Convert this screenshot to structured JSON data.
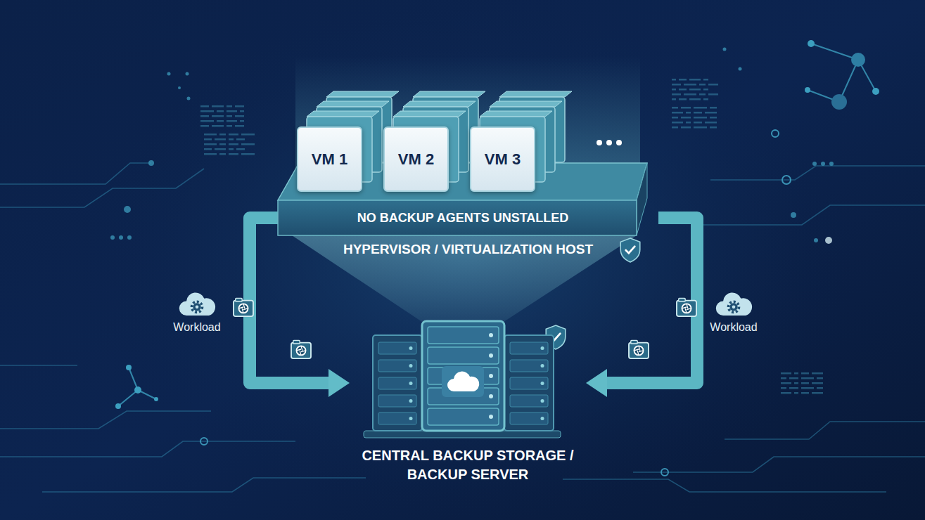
{
  "diagram": {
    "nodes": [
      {
        "text": [
          "NO BACKUP AGENTS UNSTALLED",
          "HYPERVISOR / VIRTUALIZATION HOST"
        ]
      },
      {
        "text": [
          "VM 1"
        ],
        "in": 0
      },
      {
        "text": [
          "VM 2"
        ],
        "in": 0
      },
      {
        "text": [
          "VM 3"
        ],
        "in": 0
      },
      {
        "text": [
          "CENTRAL BACKUP STORAGE / BACKUP SERVER"
        ]
      }
    ],
    "edges": [
      {
        "from": 0,
        "to": 4,
        "arrow": "to"
      },
      {
        "from": 0,
        "to": 4,
        "arrow": "to"
      }
    ],
    "labels": [
      "Workload",
      "Workload"
    ]
  }
}
